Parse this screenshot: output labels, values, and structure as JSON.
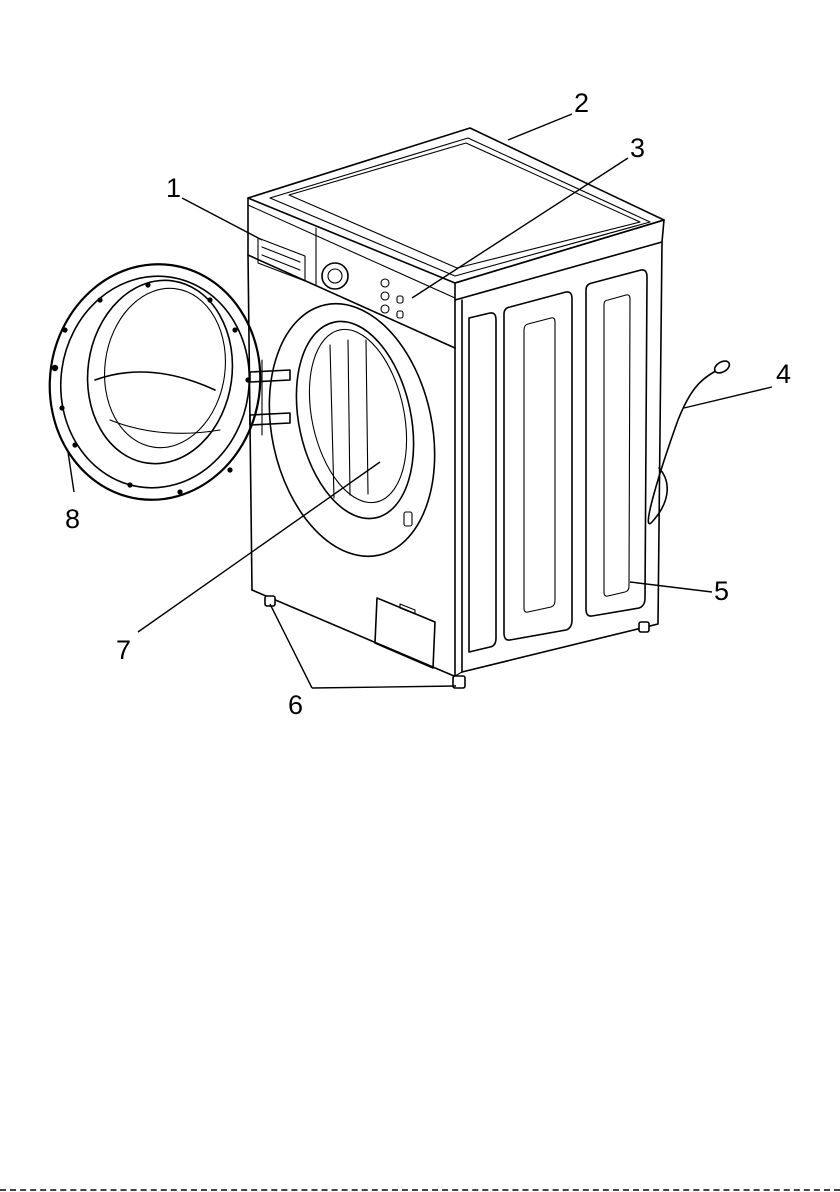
{
  "diagram": {
    "callouts": [
      {
        "id": 1,
        "label": "1"
      },
      {
        "id": 2,
        "label": "2"
      },
      {
        "id": 3,
        "label": "3"
      },
      {
        "id": 4,
        "label": "4"
      },
      {
        "id": 5,
        "label": "5"
      },
      {
        "id": 6,
        "label": "6"
      },
      {
        "id": 7,
        "label": "7"
      },
      {
        "id": 8,
        "label": "8"
      }
    ]
  }
}
